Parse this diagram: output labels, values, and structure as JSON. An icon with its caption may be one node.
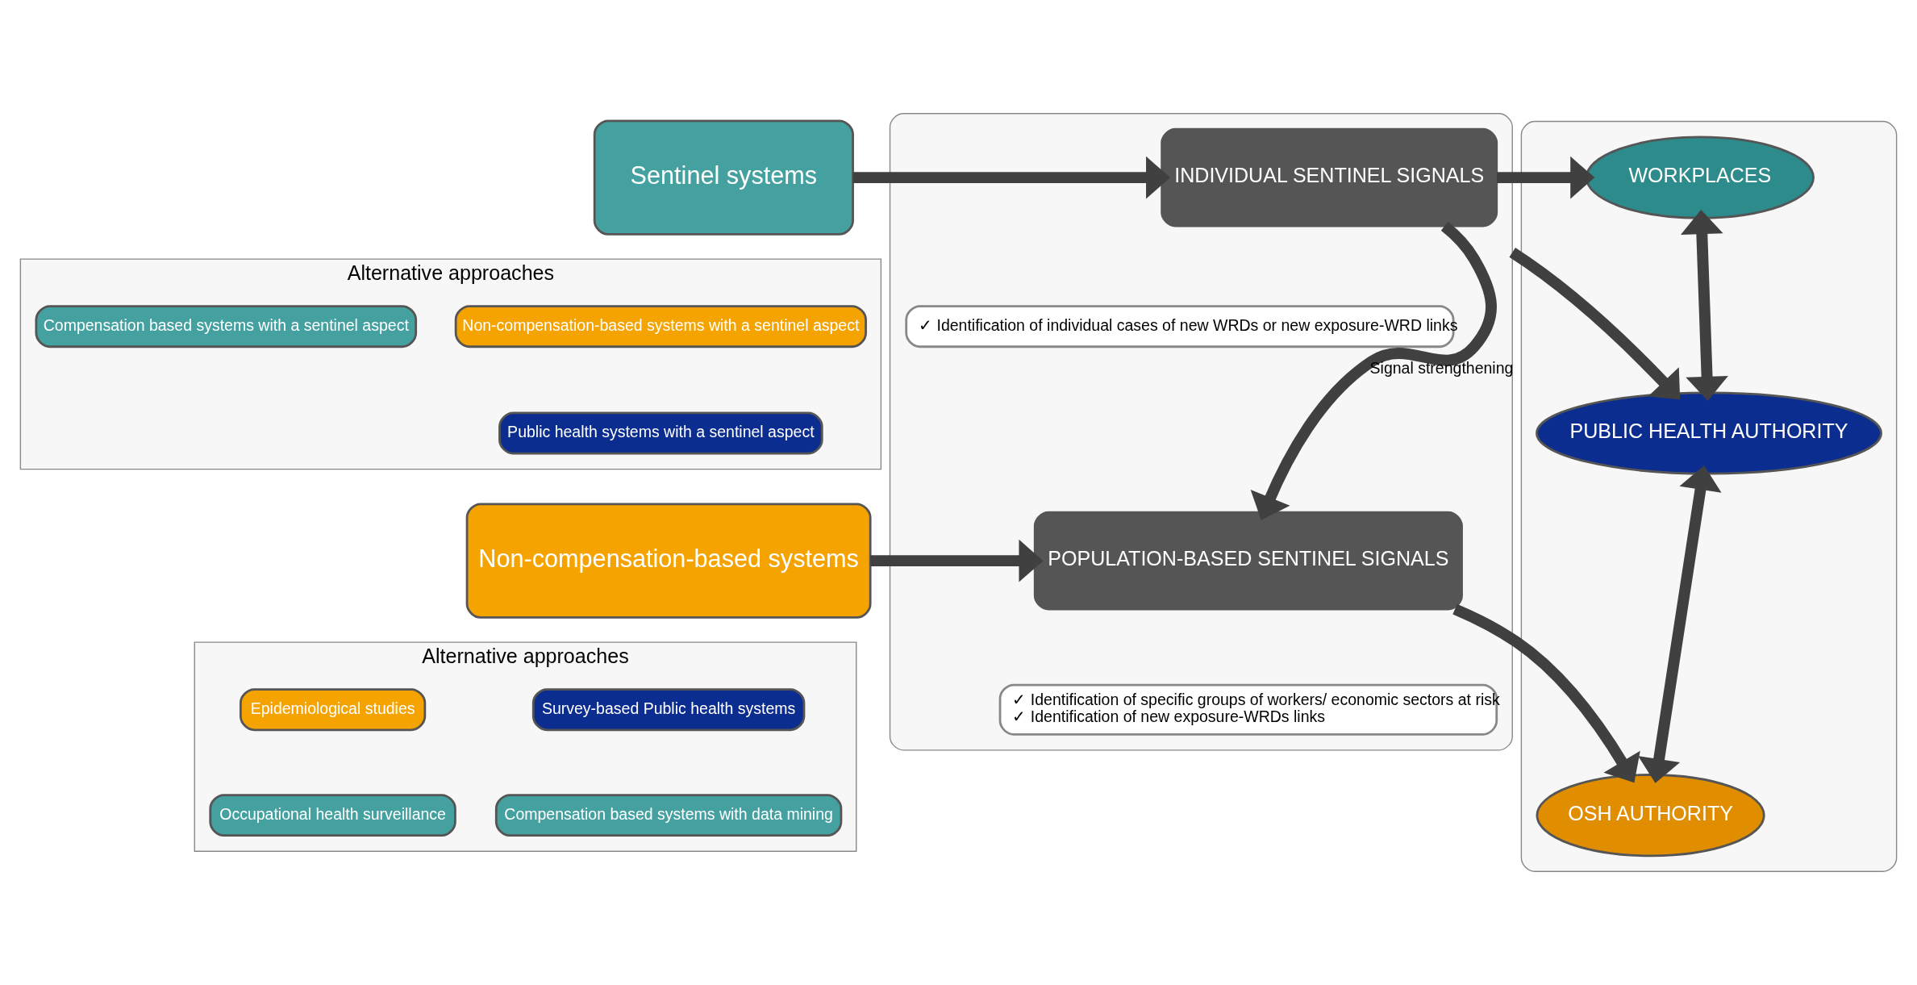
{
  "diagram": {
    "nodes": [
      {
        "text": [
          "Sentinel systems"
        ]
      },
      {
        "text": [
          "Alternative approaches"
        ]
      },
      {
        "text": [
          "Non-compensation-based systems with a sentinel aspect"
        ],
        "in": 1
      },
      {
        "text": [
          "Compensation based systems with a sentinel aspect"
        ],
        "in": 1
      },
      {
        "text": [
          "Public health systems with a sentinel aspect"
        ],
        "in": 1
      },
      {
        "text": [
          "Non-compensation-based systems"
        ]
      },
      {
        "text": [
          "Alternative approaches"
        ]
      },
      {
        "text": [
          "Survey-based Public health systems"
        ],
        "in": 6
      },
      {
        "text": [
          "Epidemiological studies"
        ],
        "in": 6
      },
      {
        "text": [
          "Compensation based systems with data mining"
        ],
        "in": 6
      },
      {
        "text": [
          "Occupational health surveillance"
        ],
        "in": 6
      },
      {
        "text": [],
        "shape": "box"
      },
      {
        "text": [
          "INDIVIDUAL SENTINEL SIGNALS"
        ],
        "in": 11
      },
      {
        "text": [
          "✓ Identification of individual cases of new WRDs or new exposure-WRD links"
        ],
        "in": 11
      },
      {
        "text": [
          "POPULATION-BASED SENTINEL SIGNALS"
        ],
        "in": 11
      },
      {
        "text": [
          "✓ Identification of specific groups of workers/ economic sectors at risk",
          "✓ Identification of new exposure-WRDs links"
        ],
        "in": 11
      },
      {
        "text": [],
        "shape": "box"
      },
      {
        "text": [
          "WORKPLACES"
        ],
        "in": 16
      },
      {
        "text": [
          "PUBLIC HEALTH AUTHORITY"
        ],
        "in": 16
      },
      {
        "text": [
          "OSH AUTHORITY"
        ],
        "in": 16
      }
    ],
    "edges": [
      {
        "from": 0,
        "to": 12,
        "arrow": "to"
      },
      {
        "from": 5,
        "to": 14,
        "arrow": "to"
      },
      {
        "from": 12,
        "to": 14,
        "arrow": "to",
        "label": "Signal strengthening"
      },
      {
        "from": 12,
        "to": 17,
        "arrow": "to"
      },
      {
        "from": 11,
        "to": 18,
        "arrow": "to"
      },
      {
        "from": 14,
        "to": 19,
        "arrow": "to"
      },
      {
        "from": 17,
        "to": 18,
        "arrow": "both"
      },
      {
        "from": 18,
        "to": 19,
        "arrow": "both"
      }
    ]
  }
}
